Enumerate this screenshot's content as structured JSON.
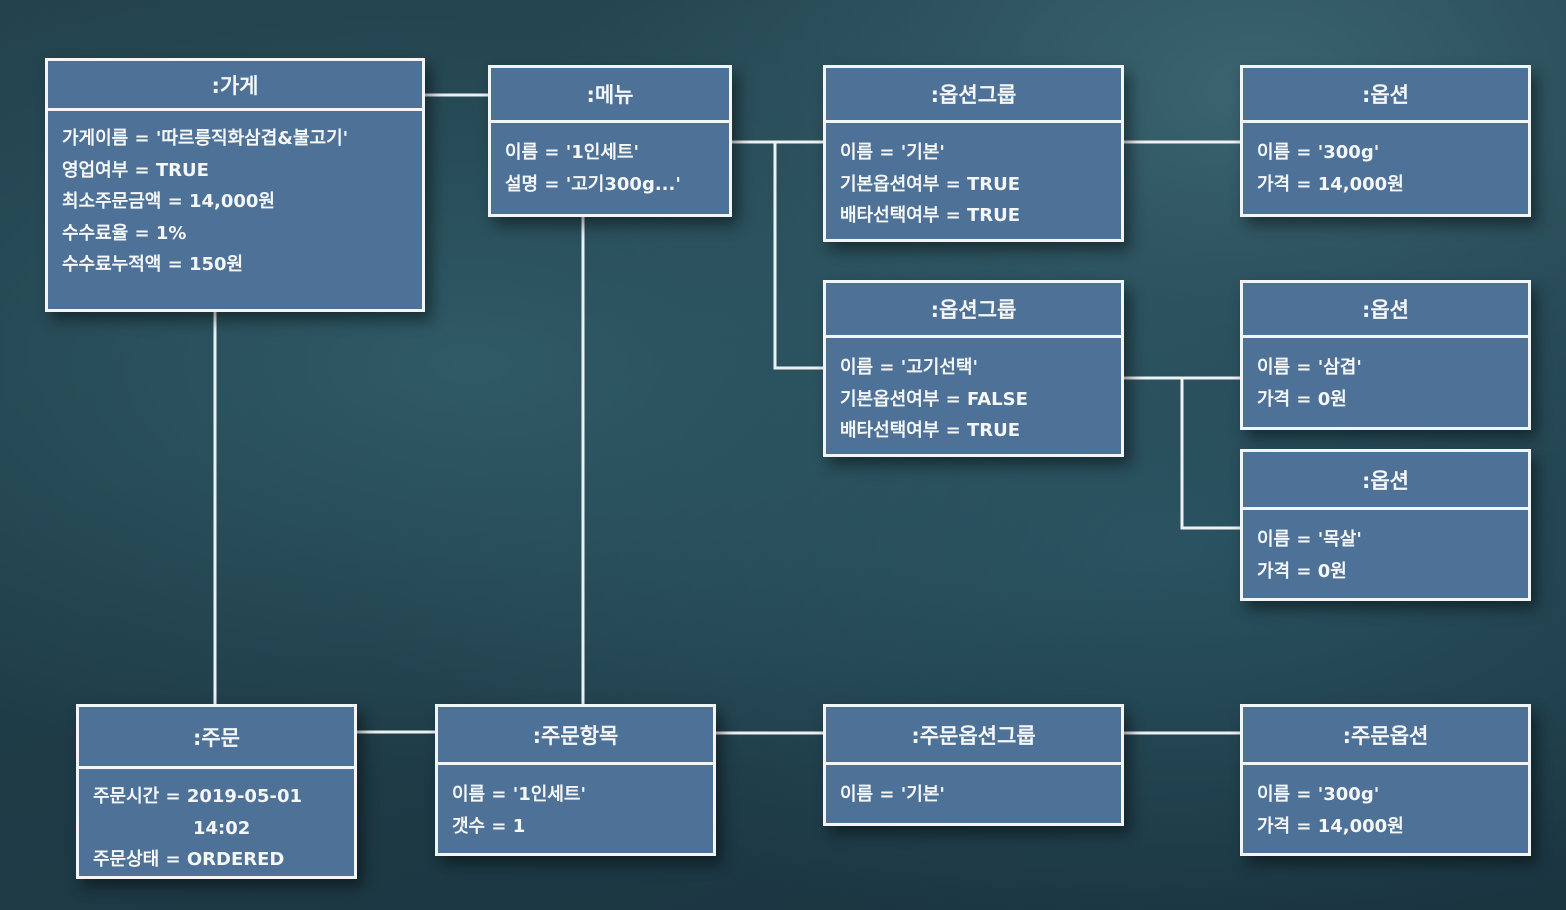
{
  "objects": {
    "store": {
      "title": ":가게",
      "attrs": [
        "가게이름 = '따르릉직화삼겹&불고기'",
        "영업여부 = TRUE",
        "최소주문금액 = 14,000원",
        "수수료율 = 1%",
        "수수료누적액 = 150원"
      ]
    },
    "menu": {
      "title": ":메뉴",
      "attrs": [
        "이름 = '1인세트'",
        "설명 = '고기300g...'"
      ]
    },
    "option_group_1": {
      "title": ":옵션그룹",
      "attrs": [
        "이름 = '기본'",
        "기본옵션여부 = TRUE",
        "배타선택여부 = TRUE"
      ]
    },
    "option_1": {
      "title": ":옵션",
      "attrs": [
        "이름 = '300g'",
        "가격 = 14,000원"
      ]
    },
    "option_group_2": {
      "title": ":옵션그룹",
      "attrs": [
        "이름 = '고기선택'",
        "기본옵션여부 = FALSE",
        "배타선택여부 = TRUE"
      ]
    },
    "option_2": {
      "title": ":옵션",
      "attrs": [
        "이름 = '삼겹'",
        "가격 = 0원"
      ]
    },
    "option_3": {
      "title": ":옵션",
      "attrs": [
        "이름 = '목살'",
        "가격 = 0원"
      ]
    },
    "order": {
      "title": ":주문",
      "attrs": [
        "주문시간 = 2019-05-01",
        "14:02",
        "주문상태 = ORDERED"
      ]
    },
    "order_item": {
      "title": ":주문항목",
      "attrs": [
        "이름 = '1인세트'",
        "갯수 = 1"
      ]
    },
    "order_option_group": {
      "title": ":주문옵션그룹",
      "attrs": [
        "이름 = '기본'"
      ]
    },
    "order_option": {
      "title": ":주문옵션",
      "attrs": [
        "이름 = '300g'",
        "가격 = 14,000원"
      ]
    }
  },
  "colors": {
    "box_fill": "#4d7197",
    "box_border": "#f2f4f6",
    "connector": "#eef1f3"
  }
}
